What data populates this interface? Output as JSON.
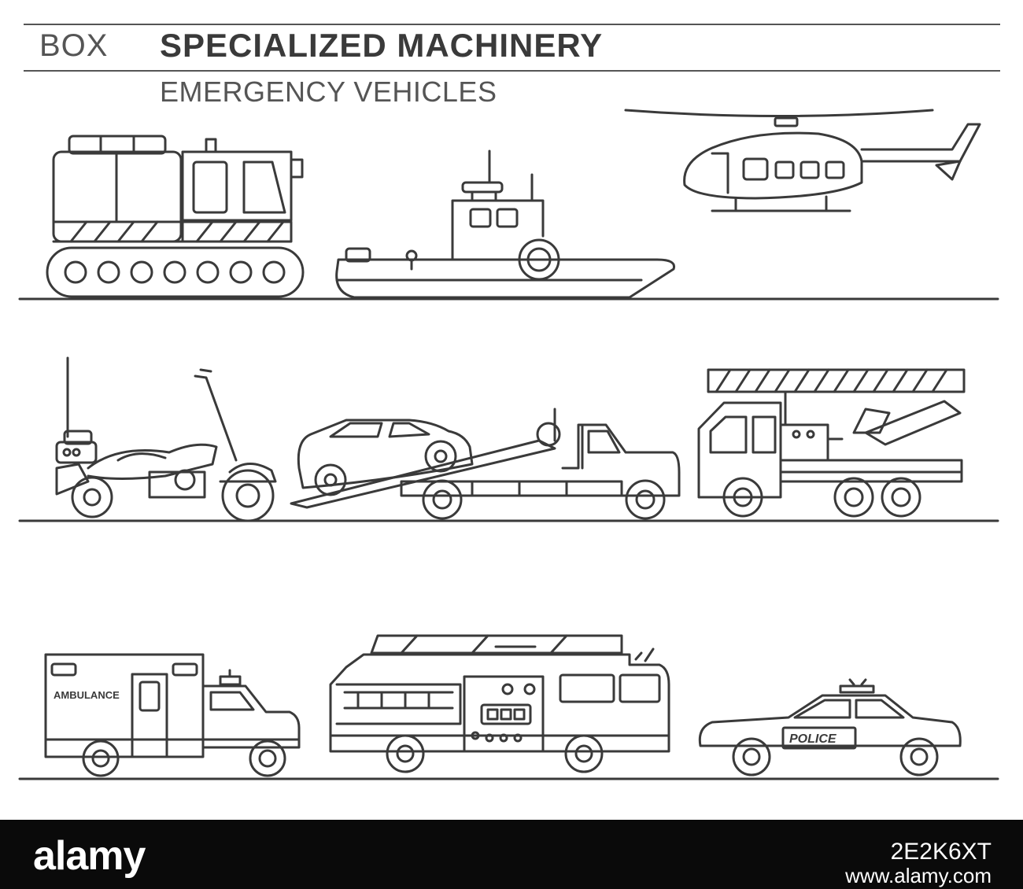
{
  "header": {
    "box_label": "BOX",
    "title": "SPECIALIZED MACHINERY",
    "subtitle": "EMERGENCY VEHICLES"
  },
  "vehicles": [
    {
      "icon": "snowcat-icon"
    },
    {
      "icon": "rescue-boat-icon"
    },
    {
      "icon": "helicopter-icon"
    },
    {
      "icon": "police-motorcycle-icon"
    },
    {
      "icon": "tow-truck-icon"
    },
    {
      "icon": "ladder-fire-truck-icon"
    },
    {
      "icon": "ambulance-icon",
      "label": "AMBULANCE"
    },
    {
      "icon": "fire-engine-icon"
    },
    {
      "icon": "police-car-icon",
      "label": "POLICE"
    }
  ],
  "footer": {
    "logo": "alamy",
    "image_id": "2E2K6XT",
    "url": "www.alamy.com"
  },
  "colors": {
    "line": "#3a3a3a",
    "background": "#ffffff",
    "footer": "#0a0a0a"
  }
}
